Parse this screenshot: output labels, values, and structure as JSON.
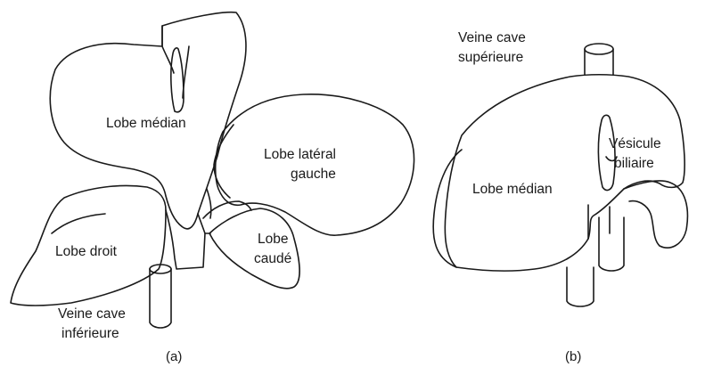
{
  "figure_a": {
    "labels": {
      "lobe_median": "Lobe médian",
      "lobe_lateral_gauche_line1": "Lobe latéral",
      "lobe_lateral_gauche_line2": "gauche",
      "lobe_droit": "Lobe droit",
      "lobe_caude_line1": "Lobe",
      "lobe_caude_line2": "caudé",
      "veine_cave_inferieure_line1": "Veine cave",
      "veine_cave_inferieure_line2": "inférieure"
    },
    "caption": "(a)"
  },
  "figure_b": {
    "labels": {
      "veine_cave_superieure_line1": "Veine cave",
      "veine_cave_superieure_line2": "supérieure",
      "vesicule_biliaire_line1": "Vésicule",
      "vesicule_biliaire_line2": "biliaire",
      "lobe_median": "Lobe médian"
    },
    "caption": "(b)"
  }
}
